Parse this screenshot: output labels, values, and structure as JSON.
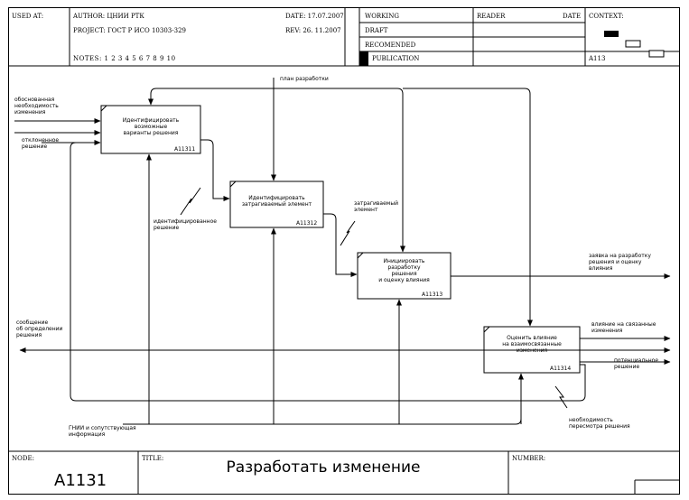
{
  "header": {
    "used_at": "USED AT:",
    "author": "AUTHOR: ЦНИИ РТК",
    "project": "PROJECT: ГОСТ Р ИСО 10303-329",
    "notes": "NOTES: 1 2 3 4 5 6 7 8 9 10",
    "date": "DATE: 17.07.2007",
    "rev": "REV:   26. 11.2007",
    "status": [
      "WORKING",
      "DRAFT",
      "RECOMENDED",
      "PUBLICATION"
    ],
    "reader": "READER",
    "reader_date": "DATE",
    "context": "CONTEXT:",
    "context_node": "A113"
  },
  "boxes": [
    {
      "text": "Идентифицировать\nвозможные\nварианты решения",
      "num": "A11311"
    },
    {
      "text": "Идентифицировать\nзатрагиваемый элемент",
      "num": "A11312"
    },
    {
      "text": "Инициировать\nразработку\nрешения\nи оценку влияния",
      "num": "A11313"
    },
    {
      "text": "Оценить влияние\nна взаимосвязанные\nизменения",
      "num": "A11314"
    }
  ],
  "arrows": {
    "in1": "обоснованная\nнеобходимость\nизменения",
    "in2": "отклоненное\nрешение",
    "plan": "план разработки",
    "identified": "идентифицированное\nрешение",
    "affected": "затрагиваемый\nэлемент",
    "request": "заявка на разработку\nрешения и оценку\nвлияния",
    "message": "сообщение\nоб определении\nрешения",
    "impact": "влияние на связанные\nизменения",
    "potential": "потенциальное\nрешение",
    "mech": "ГНИИ и сопутствующая\nинформация",
    "review": "необходимость\nпересмотра решения"
  },
  "footer": {
    "node_label": "NODE:",
    "node": "A1131",
    "title_label": "TITLE:",
    "title": "Разработать изменение",
    "number_label": "NUMBER:"
  }
}
